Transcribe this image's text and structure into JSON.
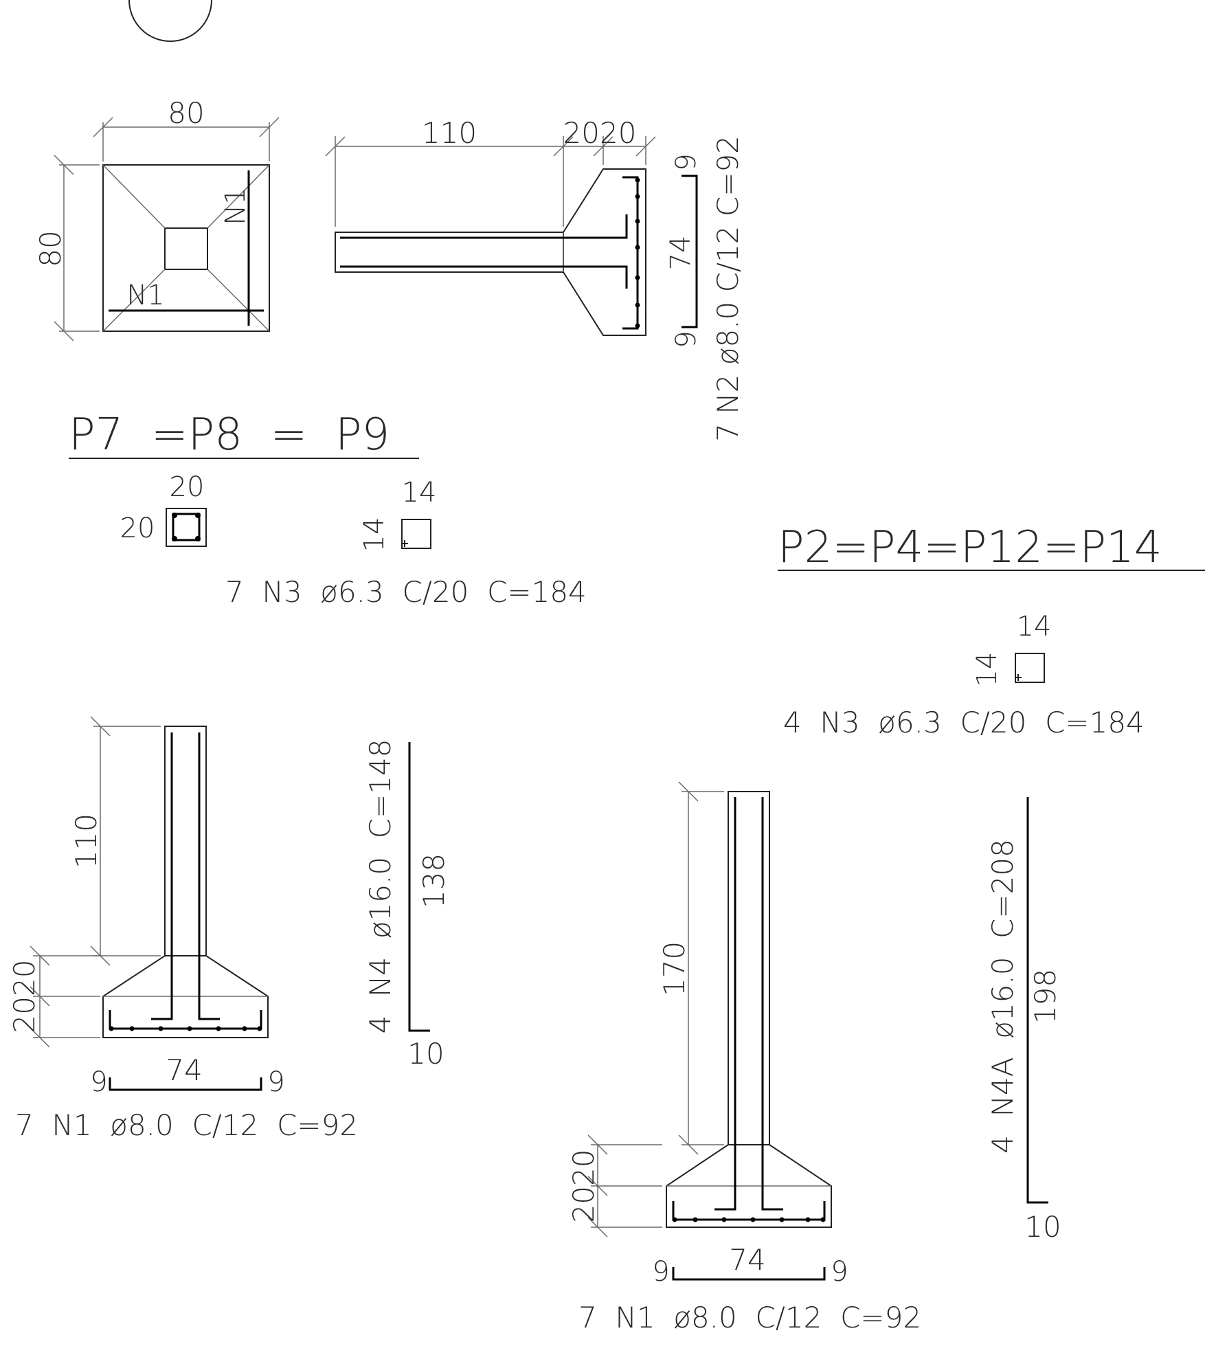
{
  "titles": {
    "p7": "P7  =P8  =  P9",
    "p2": "P2=P4=P12=P14"
  },
  "plan": {
    "width_label": "80",
    "height_label": "80",
    "bar_label_v": "N1",
    "bar_label_h": "N1"
  },
  "side_view": {
    "column_label": "110",
    "flare_label": "2020"
  },
  "n2_bar": {
    "callout": "7 N2  ø8.0  C/12  C=92",
    "hook_top": "9",
    "hook_bottom": "9",
    "length": "74"
  },
  "stirrup_p7": {
    "column_w": "20",
    "column_h": "20",
    "shape_w": "14",
    "shape_h": "14",
    "callout": "7  N3  ø6.3  C/20  C=184"
  },
  "stirrup_p2": {
    "shape_w": "14",
    "shape_h": "14",
    "callout": "4  N3  ø6.3  C/20  C=184"
  },
  "section_a": {
    "column_label": "110",
    "flare_label": "2020",
    "hook_left": "9",
    "hook_right": "9",
    "width": "74",
    "callout": "7  N1  ø8.0  C/12  C=92"
  },
  "n4_bar": {
    "callout": "4  N4  ø16.0  C=148",
    "length": "138",
    "hook": "10"
  },
  "section_b": {
    "column_label": "170",
    "flare_label": "2020",
    "hook_left": "9",
    "hook_right": "9",
    "width": "74",
    "callout": "7  N1  ø8.0  C/12  C=92"
  },
  "n4a_bar": {
    "callout": "4  N4A  ø16.0  C=208",
    "length": "198",
    "hook": "10"
  }
}
